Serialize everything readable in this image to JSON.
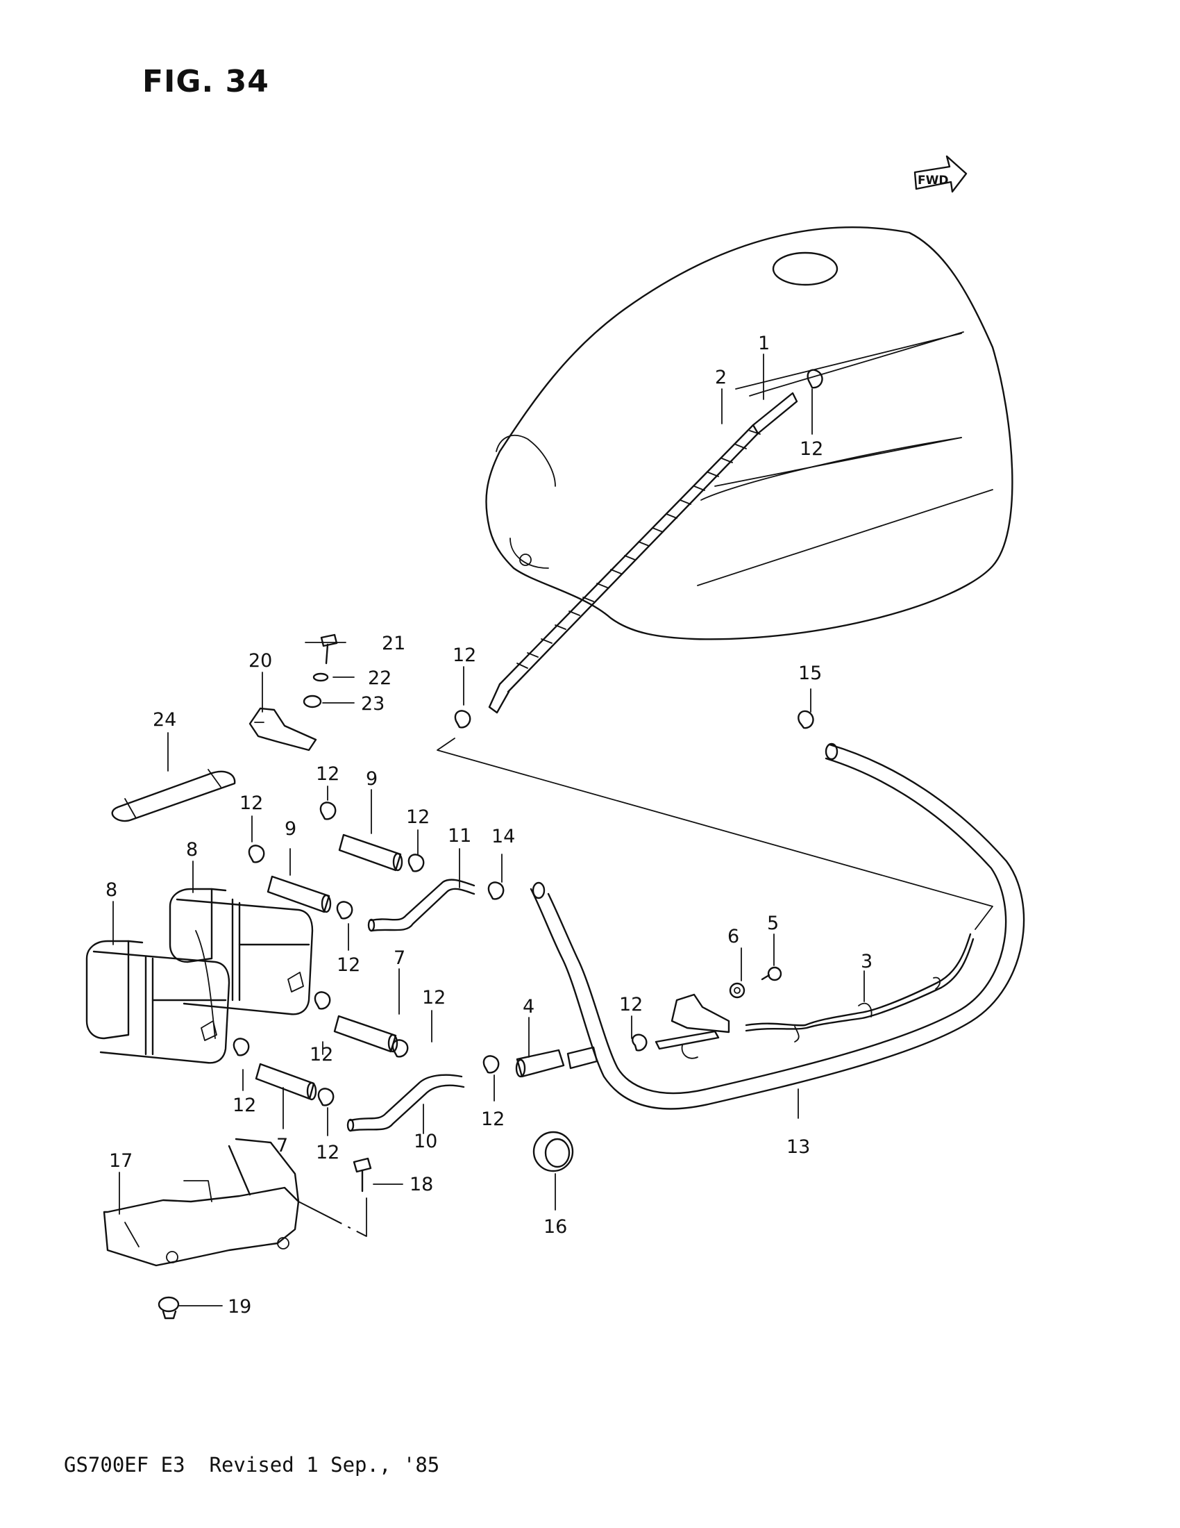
{
  "figure": {
    "title": "FIG. 34",
    "fwd_label": "FWD"
  },
  "footer": {
    "text": "GS700EF E3  Revised 1 Sep., '85"
  },
  "callouts": {
    "c1": "1",
    "c2": "2",
    "c3": "3",
    "c4": "4",
    "c5": "5",
    "c6": "6",
    "c7": "7",
    "c8": "8",
    "c9": "9",
    "c10": "10",
    "c11": "11",
    "c12": "12",
    "c13": "13",
    "c14": "14",
    "c15": "15",
    "c16": "16",
    "c17": "17",
    "c18": "18",
    "c19": "19",
    "c20": "20",
    "c21": "21",
    "c22": "22",
    "c23": "23",
    "c24": "24"
  }
}
